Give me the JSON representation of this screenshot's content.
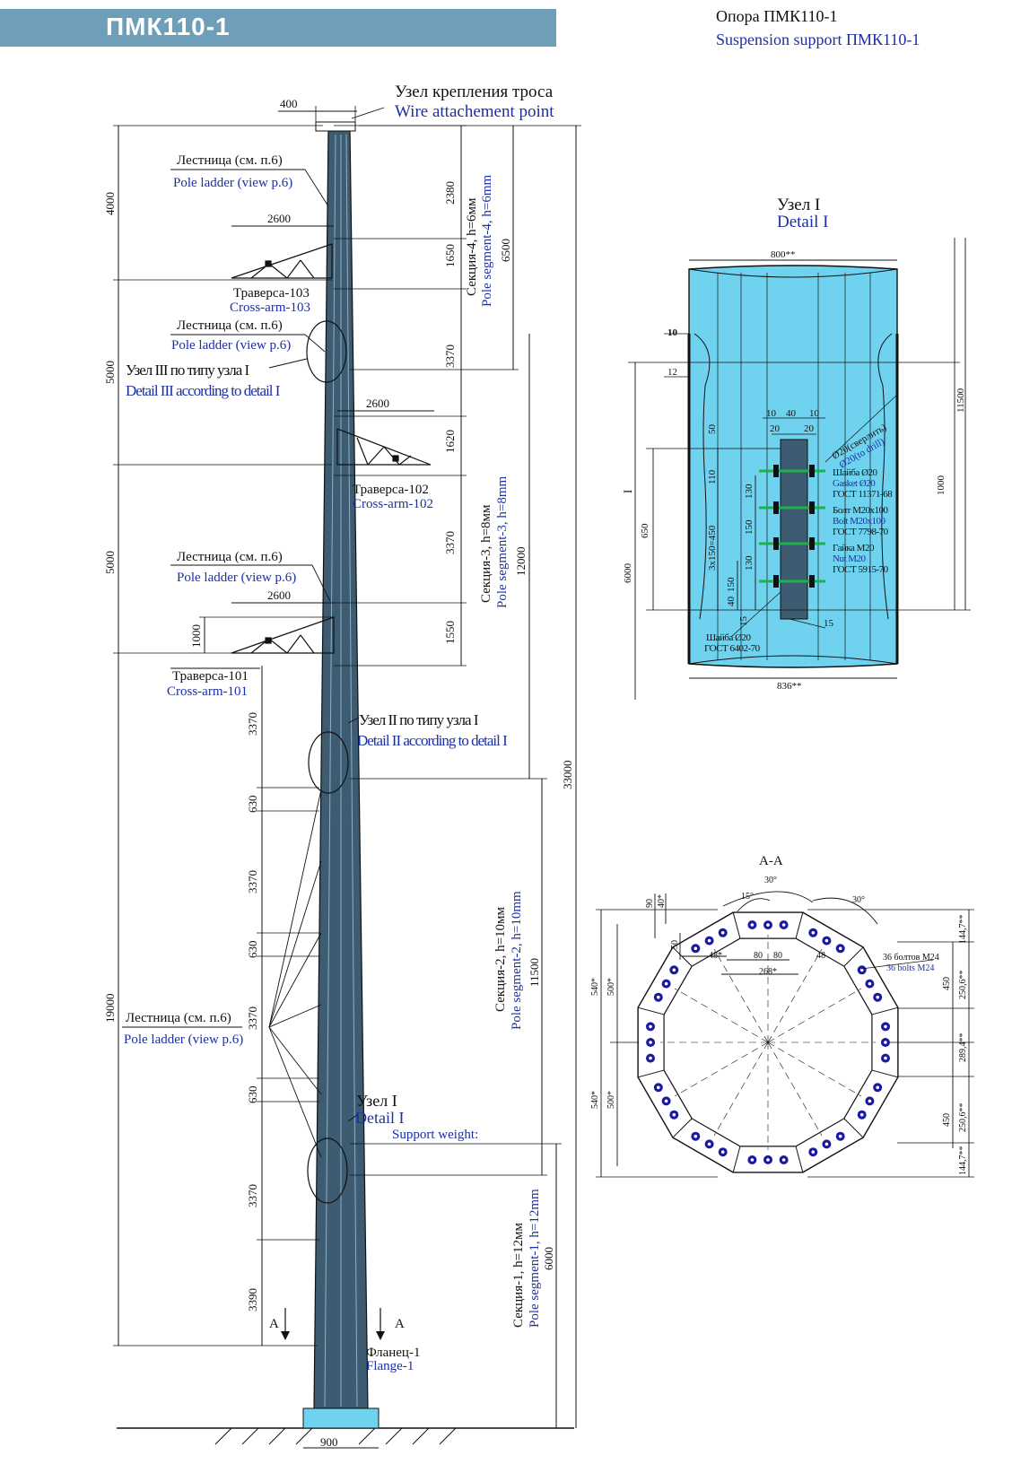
{
  "header": {
    "code": "ПМК110-1",
    "title_ru": "Опора ПМК110-1",
    "title_en": "Suspension support ПМК110-1"
  },
  "colors": {
    "banner": "#6f9fb8",
    "pole_fill": "#3d5c72",
    "detail_fill": "#6fd3ef",
    "english_text": "#1b2fa8",
    "bolt_marker": "#1a1aa0"
  },
  "pole": {
    "wire_point_ru": "Узел крепления троса",
    "wire_point_en": "Wire attachement point",
    "top_width": "400",
    "base_width": "900",
    "total_height": "33000",
    "left_dims": [
      "4000",
      "5000",
      "5000",
      "19000"
    ],
    "traverse_dims": [
      "2600",
      "2600",
      "2600"
    ],
    "traverse_offset": "1000",
    "right_dims": [
      "2380",
      "1650",
      "3370",
      "1620",
      "3370",
      "1550"
    ],
    "lower_dims": [
      "3370",
      "630",
      "3370",
      "630",
      "3370",
      "630",
      "3370",
      "3390"
    ],
    "ladders": [
      {
        "ru": "Лестница (см. п.6)",
        "en": "Pole ladder (view p.6)"
      },
      {
        "ru": "Лестница (см. п.6)",
        "en": "Pole ladder (view p.6)"
      },
      {
        "ru": "Лестница (см. п.6)",
        "en": "Pole ladder (view p.6)"
      },
      {
        "ru": "Лестница (см. п.6)",
        "en": "Pole ladder (view p.6)"
      }
    ],
    "crossarms": [
      {
        "ru": "Траверса-103",
        "en": "Cross-arm-103"
      },
      {
        "ru": "Траверса-102",
        "en": "Cross-arm-102"
      },
      {
        "ru": "Траверса-101",
        "en": "Cross-arm-101"
      }
    ],
    "details": [
      {
        "ru": "Узел III по типу узла I",
        "en": "Detail III according to detail I"
      },
      {
        "ru": "Узел II по типу узла I",
        "en": "Detail II according to detail I"
      },
      {
        "ru": "Узел I",
        "en": "Detail I"
      }
    ],
    "support_weight": "Support weight:",
    "section_labels": [
      "A",
      "A"
    ],
    "flange_ru": "Фланец-1",
    "flange_en": "Flange-1",
    "sections": [
      {
        "ru": "Секция-4, h=6мм",
        "en": "Pole segment-4, h=6mm",
        "length": "6500"
      },
      {
        "ru": "Секция-3, h=8мм",
        "en": "Pole segment-3, h=8mm",
        "length": "12000"
      },
      {
        "ru": "Секция-2, h=10мм",
        "en": "Pole segment-2, h=10mm",
        "length": "11500"
      },
      {
        "ru": "Секция-1, h=12мм",
        "en": "Pole segment-1, h=12mm",
        "length": "6000"
      }
    ]
  },
  "detail_1": {
    "title_ru": "Узел I",
    "title_en": "Detail I",
    "top_width": "800**",
    "bottom_width": "836**",
    "dims": [
      "10",
      "12",
      "10",
      "40",
      "10",
      "20",
      "20",
      "50",
      "110",
      "130",
      "150",
      "130",
      "150",
      "40",
      "15",
      "3x150=450",
      "650",
      "6000",
      "11500",
      "1000",
      "15",
      "I"
    ],
    "drill_ru": "Ø20(сверлить)",
    "drill_en": "Ø20(to drill)",
    "parts": [
      {
        "ru": "Шайба Ø20",
        "en": "Gasket Ø20",
        "std": "ГОСТ 11371-68"
      },
      {
        "ru": "Болт М20x100",
        "en": "Bolt M20x100",
        "std": "ГОСТ 7798-70"
      },
      {
        "ru": "Гайка М20",
        "en": "Nut M20",
        "std": "ГОСТ 5915-70"
      }
    ],
    "washer_ru": "Шайба Ø20",
    "washer_std": "ГОСТ 6402-70"
  },
  "section_aa": {
    "title": "А-А",
    "angles": [
      "30°",
      "15°",
      "30°"
    ],
    "dims": [
      "90",
      "40*",
      "50",
      "48*",
      "80",
      "80",
      "48",
      "268*",
      "540*",
      "500*",
      "540*",
      "500*",
      "144,7**",
      "450",
      "250,6**",
      "289,4**",
      "250,6**",
      "450",
      "144,7**"
    ],
    "bolts_ru": "36 болтов М24",
    "bolts_en": "36 bolts M24"
  }
}
